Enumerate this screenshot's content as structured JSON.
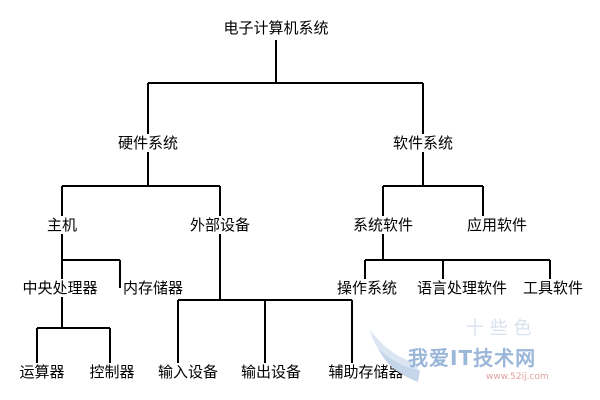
{
  "nodes": {
    "root": "电子计算机系统",
    "hardware": "硬件系统",
    "software": "软件系统",
    "host": "主机",
    "peripheral": "外部设备",
    "system_software": "系统软件",
    "application_software": "应用软件",
    "cpu": "中央处理器",
    "memory": "内存储器",
    "operating_system": "操作系统",
    "language_software": "语言处理软件",
    "tool_software": "工具软件",
    "alu": "运算器",
    "controller": "控制器",
    "input_device": "输入设备",
    "output_device": "输出设备",
    "auxiliary_storage": "辅助存储器"
  },
  "watermark": {
    "site_name": "我爱IT技术网",
    "site_url": "www.52ij.com",
    "faint_text": "十 些 色"
  },
  "colors": {
    "line": "#000000",
    "text": "#000000",
    "watermark": "#9ab6d8"
  }
}
